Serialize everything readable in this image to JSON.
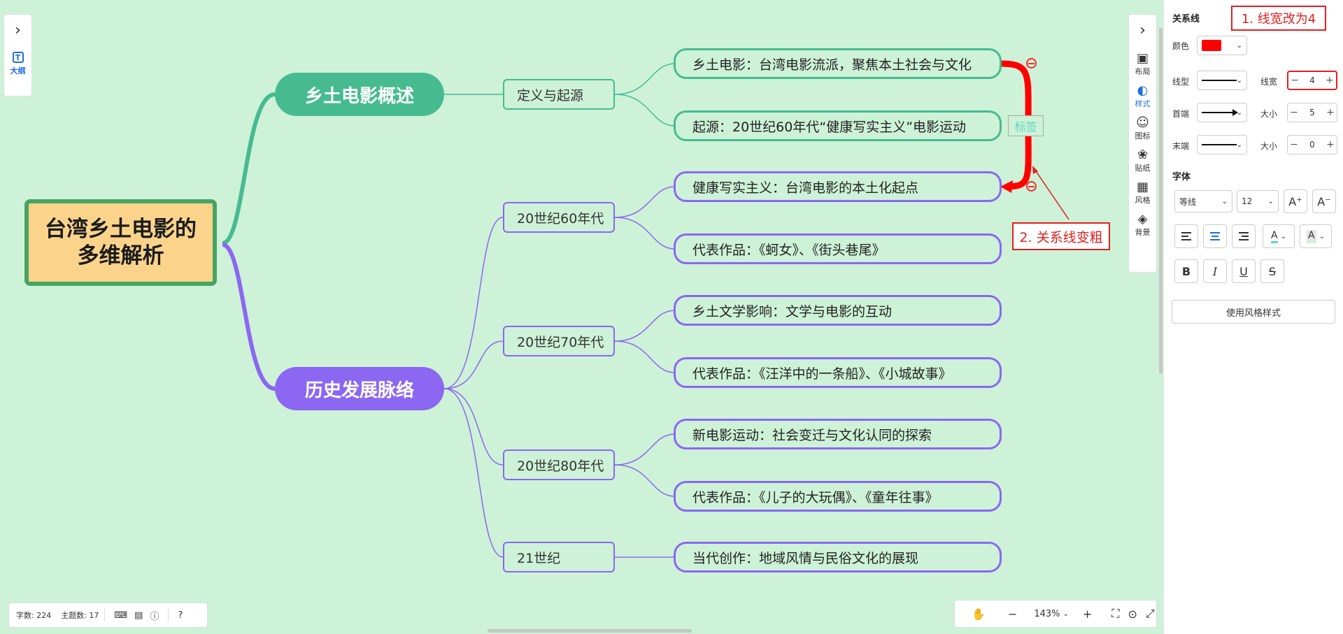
{
  "mindmap": {
    "root": "台湾乡土电影的多维解析",
    "main_topics": [
      "乡土电影概述",
      "历史发展脉络"
    ],
    "subtopics": [
      "定义与起源",
      "20世纪60年代",
      "20世纪70年代",
      "20世纪80年代",
      "21世纪"
    ],
    "leaves": [
      "乡土电影：台湾电影流派，聚焦本土社会与文化",
      "起源：20世纪60年代“健康写实主义”电影运动",
      "健康写实主义：台湾电影的本土化起点",
      "代表作品：《蚵女》、《街头巷尾》",
      "乡土文学影响：文学与电影的互动",
      "代表作品：《汪洋中的一条船》、《小城故事》",
      "新电影运动：社会变迁与文化认同的探索",
      "代表作品：《儿子的大玩偶》、《童年往事》",
      "当代创作：地域风情与民俗文化的展现"
    ],
    "relation_label": "标签",
    "colors": {
      "green": "#47bb90",
      "purple": "#8b67f2",
      "root_fill": "#fbd38a",
      "root_border": "#47a463",
      "relation": "#ff0000",
      "canvas": "#cdf2d7"
    }
  },
  "annotations": {
    "note1": "1. 线宽改为4",
    "note2": "2. 关系线变粗"
  },
  "left_toolbar": {
    "outline_label": "大纲",
    "outline_icon": "T"
  },
  "right_toolbar": {
    "items": [
      {
        "label": "布局",
        "icon": "layout-icon"
      },
      {
        "label": "样式",
        "icon": "palette-icon"
      },
      {
        "label": "图标",
        "icon": "smiley-icon"
      },
      {
        "label": "贴纸",
        "icon": "sticker-icon"
      },
      {
        "label": "风格",
        "icon": "grid-icon"
      },
      {
        "label": "背景",
        "icon": "layers-icon"
      }
    ]
  },
  "statusbar": {
    "word_count": "字数: 224",
    "topic_count": "主题数: 17"
  },
  "zoombar": {
    "zoom": "143%"
  },
  "panel": {
    "relation_title": "关系线",
    "color_label": "颜色",
    "line_type_label": "线型",
    "line_width_label": "线宽",
    "line_width_value": "4",
    "start_label": "首端",
    "start_size_label": "大小",
    "start_size_value": "5",
    "end_label": "末端",
    "end_size_label": "大小",
    "end_size_value": "0",
    "font_title": "字体",
    "font_family": "等线",
    "font_size": "12",
    "apply_style_button": "使用风格样式"
  }
}
